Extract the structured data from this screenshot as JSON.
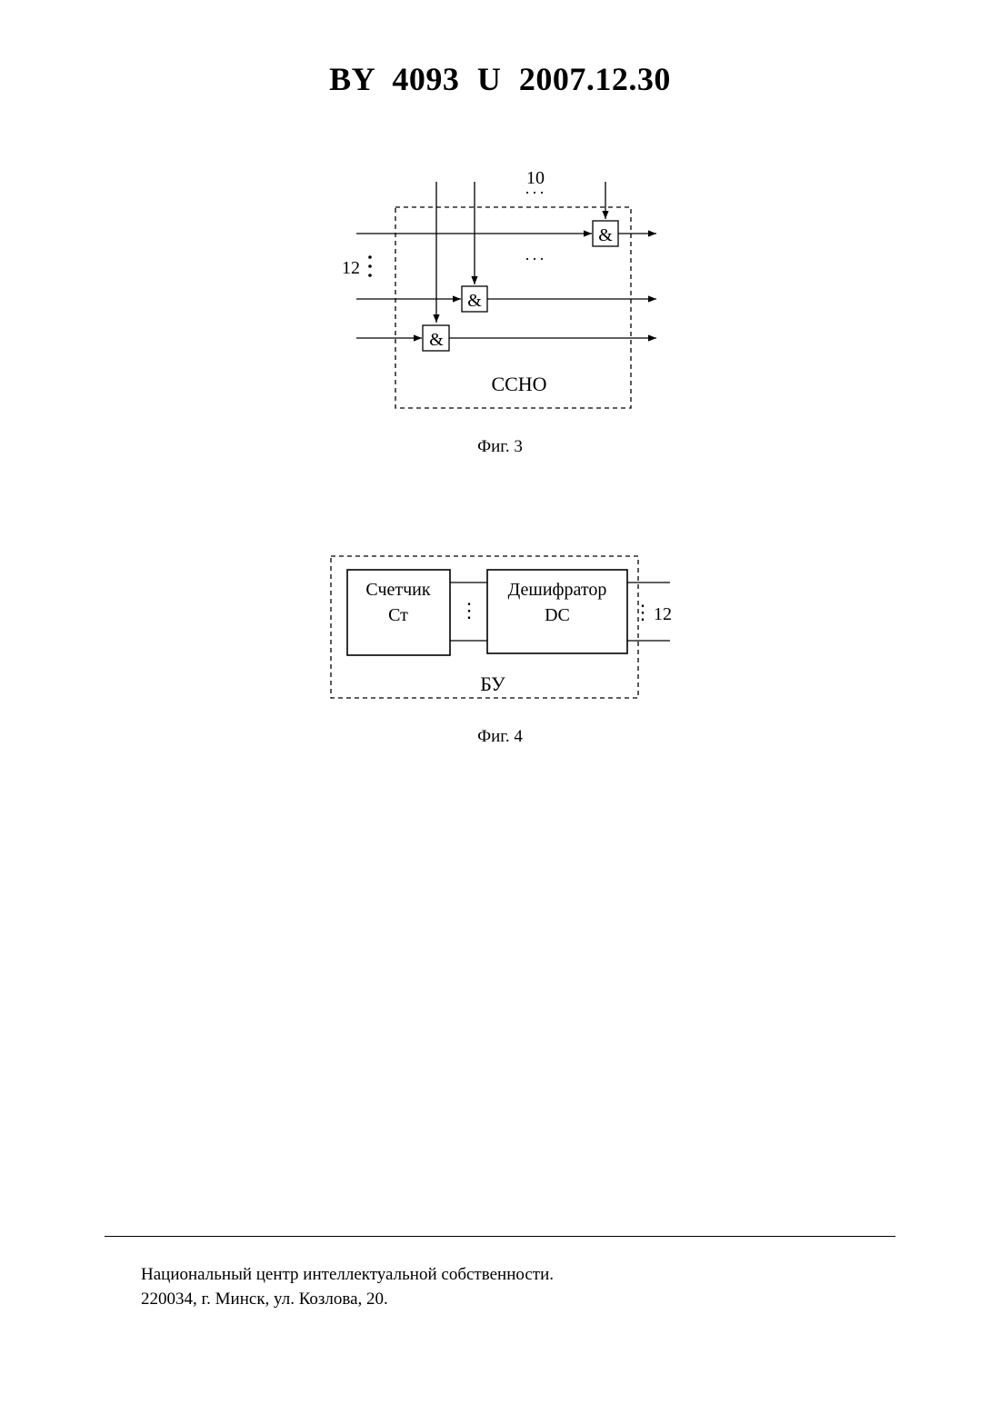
{
  "header": {
    "title": "BY 4093 U 2007.12.30"
  },
  "figure3": {
    "caption": "Фиг. 3",
    "block_label": "ССНО",
    "label_top": "10",
    "label_left": "12",
    "gate_symbol": "&",
    "ellipsis": "···"
  },
  "figure4": {
    "caption": "Фиг. 4",
    "block_label": "БУ",
    "counter": {
      "line1": "Счетчик",
      "line2": "Ст"
    },
    "decoder": {
      "line1": "Дешифратор",
      "line2": "DC"
    },
    "label_right": "12",
    "dots": "⋮"
  },
  "footer": {
    "line1": "Национальный центр интеллектуальной собственности.",
    "line2": "220034, г. Минск, ул. Козлова, 20."
  }
}
